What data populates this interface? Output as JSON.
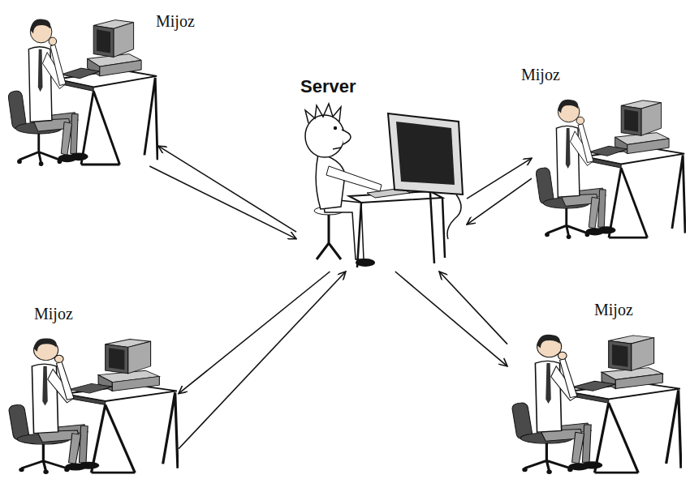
{
  "diagram": {
    "nodes": [
      {
        "text": [
          "Mijoz"
        ]
      },
      {
        "text": [
          "Mijoz"
        ]
      },
      {
        "text": [
          "Server"
        ]
      },
      {
        "text": [
          "Mijoz"
        ]
      },
      {
        "text": [
          "Mijoz"
        ]
      }
    ],
    "edges": [
      {
        "from": 0,
        "to": 2,
        "arrow": "to"
      },
      {
        "from": 2,
        "to": 0,
        "arrow": "to"
      },
      {
        "from": 1,
        "to": 2,
        "arrow": "to"
      },
      {
        "from": 2,
        "to": 1,
        "arrow": "to"
      },
      {
        "from": 3,
        "to": 2,
        "arrow": "to"
      },
      {
        "from": 2,
        "to": 3,
        "arrow": "to"
      },
      {
        "from": 4,
        "to": 2,
        "arrow": "to"
      },
      {
        "from": 2,
        "to": 4,
        "arrow": "to"
      }
    ]
  }
}
